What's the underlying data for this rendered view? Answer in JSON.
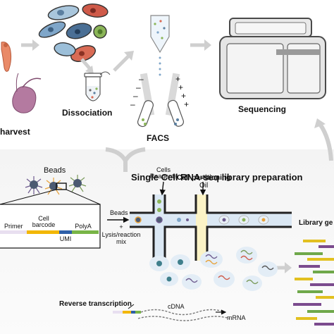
{
  "labels": {
    "harvest": "harvest",
    "dissociation": "Dissociation",
    "facs": "FACS",
    "sequencing": "Sequencing",
    "title": "Single Cell RNA-seq library preparation",
    "beads": "Beads",
    "cells_reagents": "Cells\nReagents",
    "cell_partitioning": "Cell partitioning",
    "oil": "Oil",
    "beads_input": "Beads",
    "plus": "+",
    "lysis": "Lysis/reaction\nmix",
    "library": "Library ge",
    "primer": "Primer",
    "cell_barcode": "Cell\nbarcode",
    "umi": "UMI",
    "polya": "PolyA",
    "reverse_transcription": "Reverse transcription",
    "cdna": "cDNA",
    "mrna": "mRNA"
  },
  "colors": {
    "primer": "#e8dff0",
    "barcode": "#f2b705",
    "umi": "#2e5fa8",
    "polya": "#79b547",
    "bead_purple": "#6d5a8e",
    "bead_orange": "#e8a23a",
    "bead_green": "#7a9a5a",
    "channel": "#dbe8f4",
    "oil": "#fbf3c6",
    "library_yellow": "#e2c020",
    "library_purple": "#7b4b8e",
    "library_green": "#6fa84a",
    "arrow": "#cfcfcf"
  }
}
